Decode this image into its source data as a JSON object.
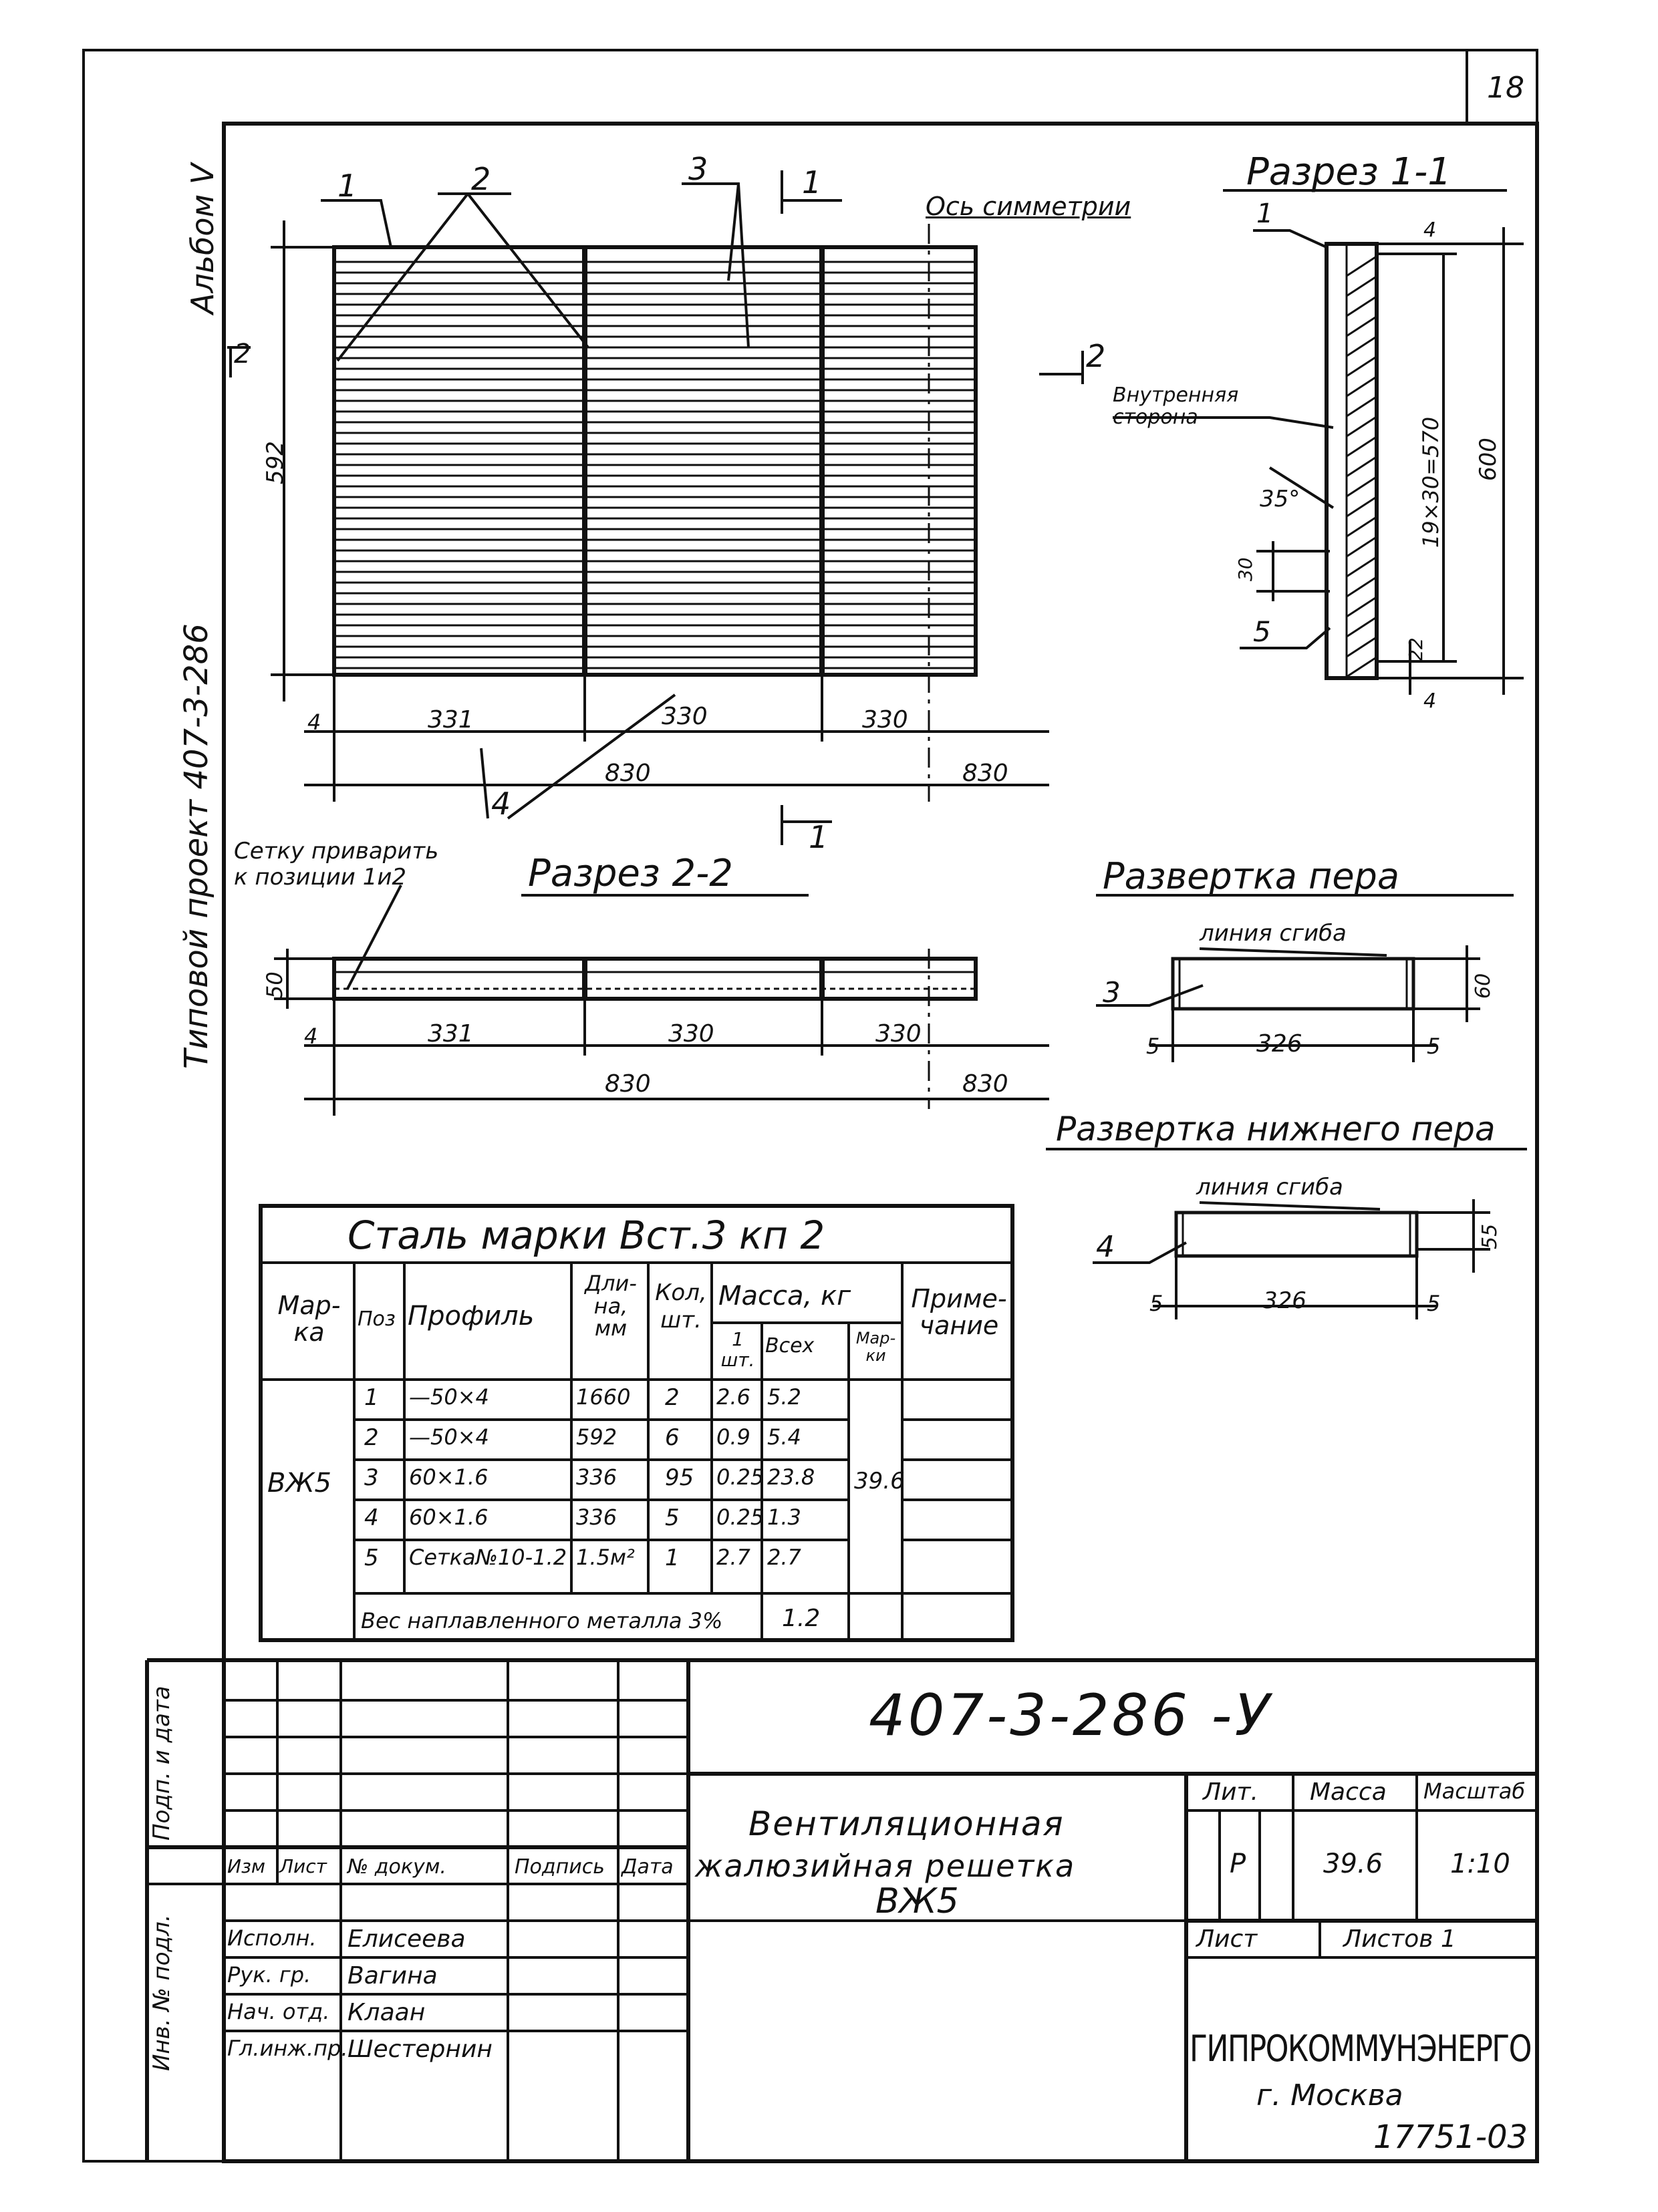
{
  "sheet_number": "18",
  "album": "Альбом V",
  "project": "Типовой проект 407-3-286",
  "bottom_code": "17751-03",
  "main_view": {
    "pos_labels": [
      "1",
      "2",
      "3",
      "4",
      "5"
    ],
    "section_mark_1": "1",
    "section_mark_2": "2",
    "axis_label": "Ось симметрии",
    "dim_height": "592",
    "dim_4": "4",
    "dim_331": "331",
    "dim_330": "330",
    "dim_830": "830",
    "note": "Сетку приварить к позиции 1и2"
  },
  "section_1_1": {
    "title": "Разрез 1-1",
    "inner_side": "Внутренняя сторона",
    "dim_600": "600",
    "dim_19x30": "19×30=570",
    "angle": "35°",
    "dim_30": "30",
    "dim_22": "22",
    "dim_4": "4"
  },
  "section_2_2": {
    "title": "Разрез 2-2",
    "dim_50": "50"
  },
  "unfold_blade": {
    "title": "Развертка пера",
    "bend_line": "линия сгиба",
    "pos": "3",
    "dim_60": "60",
    "dim_326": "326",
    "dim_5": "5"
  },
  "unfold_lower_blade": {
    "title": "Развертка нижнего пера",
    "bend_line": "линия сгиба",
    "pos": "4",
    "dim_55": "55",
    "dim_326": "326",
    "dim_5": "5"
  },
  "spec_table": {
    "title": "Сталь марки Вст.3 кп 2",
    "headers": {
      "mark": "Мар-ка",
      "pos": "Поз",
      "profile": "Профиль",
      "length": "Дли-на, мм",
      "qty": "Кол, шт.",
      "mass": "Масса, кг",
      "mass_one": "1 шт.",
      "mass_all": "Всех",
      "mass_mark": "Мар-ки",
      "note": "Приме-чание"
    },
    "mark_value": "ВЖ5",
    "total_mark": "39.6",
    "rows": [
      {
        "pos": "1",
        "profile": "—50×4",
        "length": "1660",
        "qty": "2",
        "one": "2.6",
        "all": "5.2"
      },
      {
        "pos": "2",
        "profile": "—50×4",
        "length": "592",
        "qty": "6",
        "one": "0.9",
        "all": "5.4"
      },
      {
        "pos": "3",
        "profile": "60×1.6",
        "length": "336",
        "qty": "95",
        "one": "0.25",
        "all": "23.8"
      },
      {
        "pos": "4",
        "profile": "60×1.6",
        "length": "336",
        "qty": "5",
        "one": "0.25",
        "all": "1.3"
      },
      {
        "pos": "5",
        "profile": "Сетка№10-1.2",
        "length": "1.5м²",
        "qty": "1",
        "one": "2.7",
        "all": "2.7"
      }
    ],
    "weld_label": "Вес наплавленного металла 3%",
    "weld_value": "1.2"
  },
  "title_block": {
    "code": "407-3-286 -У",
    "name_line1": "Вентиляционная",
    "name_line2": "жалюзийная решетка",
    "name_line3": "ВЖ5",
    "col_headers": [
      "Изм",
      "Лист",
      "№ докум.",
      "Подпись",
      "Дата"
    ],
    "people": [
      {
        "role": "Исполн.",
        "name": "Елисеева"
      },
      {
        "role": "Рук. гр.",
        "name": "Вагина"
      },
      {
        "role": "Нач. отд.",
        "name": "Клаан"
      },
      {
        "role": "Гл.инж.пр.",
        "name": "Шестернин"
      }
    ],
    "lit_label": "Лит.",
    "lit_value": "Р",
    "mass_label": "Масса",
    "mass_value": "39.6",
    "scale_label": "Масштаб",
    "scale_value": "1:10",
    "sheet_label": "Лист",
    "sheets_label": "Листов 1",
    "org": "ГИПРОКОММУНЭНЕРГО",
    "city": "г. Москва"
  },
  "side_stamp": {
    "inv": "Инв. № подл.",
    "sign": "Подп. и дата"
  }
}
